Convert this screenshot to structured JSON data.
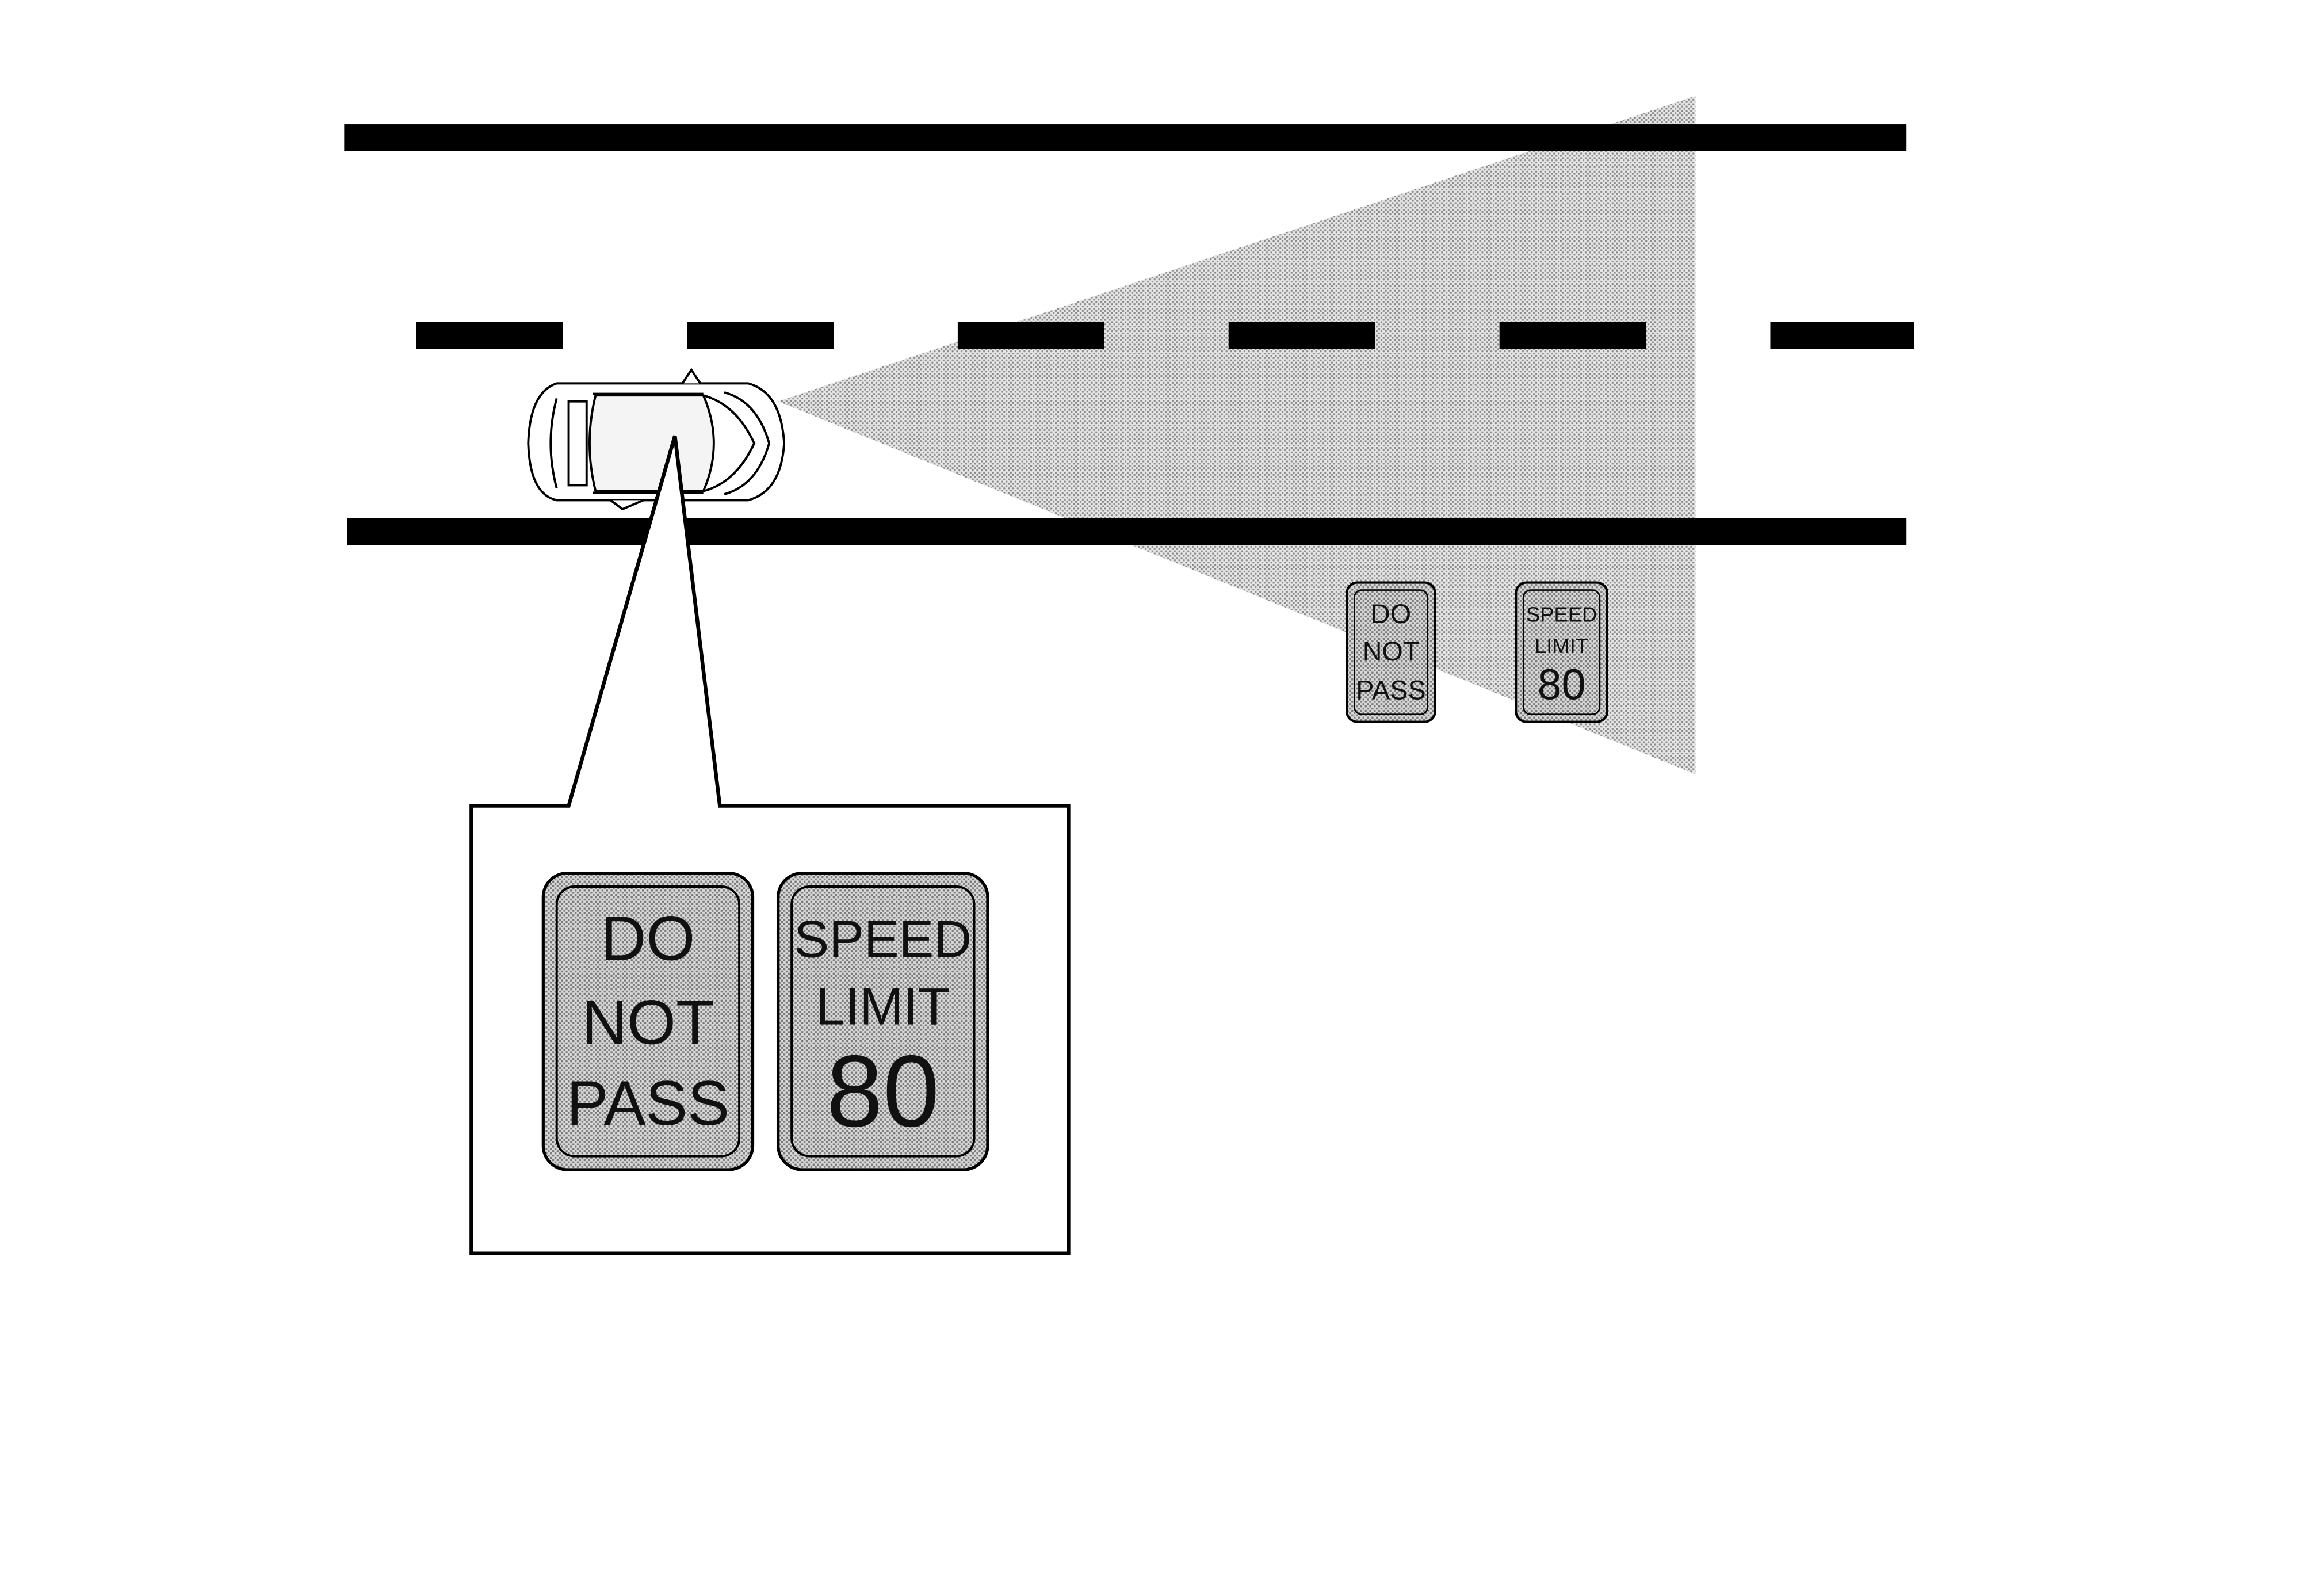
{
  "colors": {
    "ink": "#000000",
    "road_marking": "#000000",
    "camera_field_fill": "#d4d4d4",
    "sign_fill": "#c9c9c9",
    "car_body": "#ffffff",
    "background": "#ffffff"
  },
  "icons": {
    "vehicle": "car-top-view-icon",
    "camera_field": "field-of-view-cone"
  },
  "scene": {
    "road_signs": [
      {
        "lines": [
          "DO",
          "NOT",
          "PASS"
        ]
      },
      {
        "lines": [
          "SPEED",
          "LIMIT",
          "80"
        ]
      }
    ]
  },
  "callout": {
    "signs": [
      {
        "lines": [
          "DO",
          "NOT",
          "PASS"
        ]
      },
      {
        "lines": [
          "SPEED",
          "LIMIT",
          "80"
        ]
      }
    ]
  }
}
